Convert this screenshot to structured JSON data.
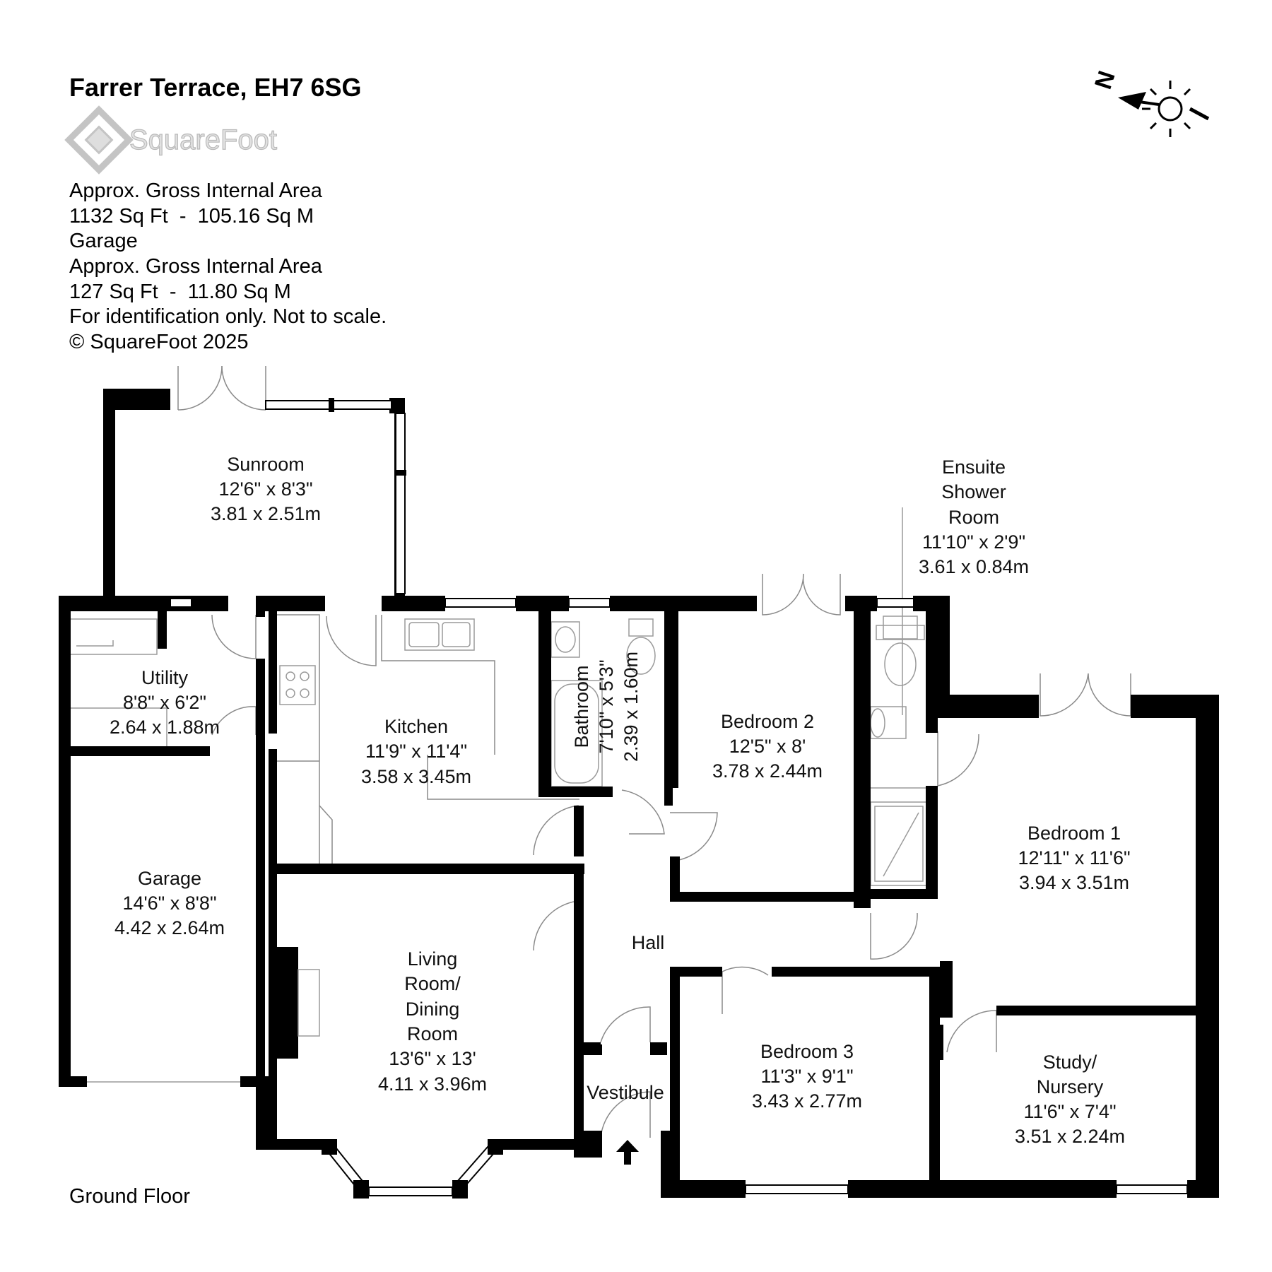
{
  "header": {
    "title": "Farrer Terrace, EH7 6SG",
    "brand": "SquareFoot"
  },
  "info": {
    "line1": "Approx. Gross Internal Area",
    "line2": "1132 Sq Ft  -  105.16 Sq M",
    "line3": "Garage",
    "line4": "Approx. Gross Internal Area",
    "line5": "127 Sq Ft  -  11.80 Sq M",
    "line6": "For identification only. Not to scale.",
    "line7": "© SquareFoot 2025"
  },
  "compass": {
    "label": "N"
  },
  "floor": "Ground Floor",
  "rooms": {
    "sunroom": {
      "name": "Sunroom",
      "imperial": "12'6\" x 8'3\"",
      "metric": "3.81 x 2.51m"
    },
    "utility": {
      "name": "Utility",
      "imperial": "8'8\" x 6'2\"",
      "metric": "2.64 x 1.88m"
    },
    "kitchen": {
      "name": "Kitchen",
      "imperial": "11'9\" x 11'4\"",
      "metric": "3.58 x 3.45m"
    },
    "bathroom": {
      "name": "Bathroom",
      "imperial": "7'10\" x 5'3\"",
      "metric": "2.39 x 1.60m"
    },
    "bedroom2": {
      "name": "Bedroom 2",
      "imperial": "12'5\" x 8'",
      "metric": "3.78 x 2.44m"
    },
    "ensuite": {
      "name1": "Ensuite",
      "name2": "Shower",
      "name3": "Room",
      "imperial": "11'10\" x 2'9\"",
      "metric": "3.61 x 0.84m"
    },
    "bedroom1": {
      "name": "Bedroom 1",
      "imperial": "12'11\" x 11'6\"",
      "metric": "3.94 x 3.51m"
    },
    "garage": {
      "name": "Garage",
      "imperial": "14'6\" x 8'8\"",
      "metric": "4.42 x 2.64m"
    },
    "hall": {
      "name": "Hall"
    },
    "living": {
      "name1": "Living",
      "name2": "Room/",
      "name3": "Dining",
      "name4": "Room",
      "imperial": "13'6\" x 13'",
      "metric": "4.11 x 3.96m"
    },
    "bedroom3": {
      "name": "Bedroom 3",
      "imperial": "11'3\" x 9'1\"",
      "metric": "3.43 x 2.77m"
    },
    "study": {
      "name1": "Study/",
      "name2": "Nursery",
      "imperial": "11'6\" x 7'4\"",
      "metric": "3.51 x 2.24m"
    },
    "vestibule": {
      "name": "Vestibule"
    }
  }
}
